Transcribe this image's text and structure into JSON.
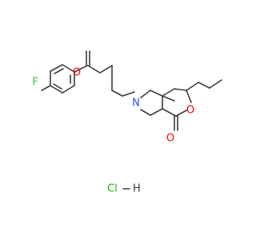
{
  "molecule": {
    "atoms": {
      "fluorine": {
        "symbol": "F",
        "color": "#33cc33"
      },
      "ketone_oxygen": {
        "symbol": "O",
        "color": "#ff0000"
      },
      "amine_nitrogen": {
        "symbol": "N",
        "color": "#3050f8"
      },
      "ring_oxygen": {
        "symbol": "O",
        "color": "#ff0000"
      },
      "lactone_carbonyl_oxygen": {
        "symbol": "O",
        "color": "#ff0000"
      }
    },
    "bond_color": "#3c3c3c"
  },
  "salt": {
    "chlorine": {
      "symbol": "Cl",
      "color": "#1fb300"
    },
    "hydrogen": {
      "symbol": "H",
      "color": "#3c3c3c"
    }
  }
}
